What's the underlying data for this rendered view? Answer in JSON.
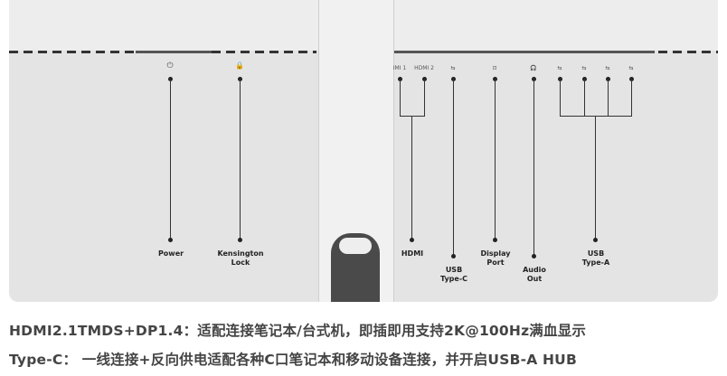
{
  "ports_top": [
    "IMI 1",
    "HDMI 2",
    "⇆",
    "⊡",
    "🎧",
    "⇆",
    "⇆",
    "⇆",
    "⇆"
  ],
  "labels": {
    "power": "Power",
    "kensington": "Kensington\nLock",
    "hdmi": "HDMI",
    "usbc": "USB\nType-C",
    "dp": "Display\nPort",
    "audio": "Audio\nOut",
    "usba": "USB\nType-A"
  },
  "icons": {
    "power": "⏻",
    "lock": "🔒"
  },
  "caption": {
    "line1": "HDMI2.1TMDS+DP1.4：适配连接笔记本/台式机，即插即用支持2K@100Hz满血显示",
    "line2": "Type-C： 一线连接+反向供电适配各种C口笔记本和移动设备连接，并开启USB-A HUB"
  }
}
